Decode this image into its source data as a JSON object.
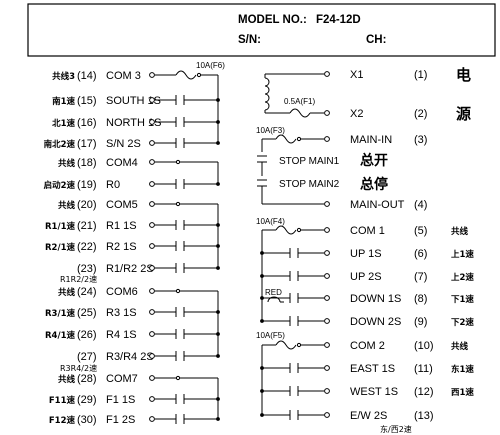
{
  "header": {
    "model_label": "MODEL NO.:",
    "model_value": "F24-12D",
    "sn_label": "S/N:",
    "ch_label": "CH:"
  },
  "fuses": {
    "f6": "10A(F6)",
    "f1": "0.5A(F1)",
    "f3": "10A(F3)",
    "f4": "10A(F4)",
    "f5": "10A(F5)"
  },
  "left_terminals": [
    {
      "cn": "共线3",
      "num": "(14)",
      "label": "COM 3"
    },
    {
      "cn": "南1速",
      "num": "(15)",
      "label": "SOUTH 1S"
    },
    {
      "cn": "北1速",
      "num": "(16)",
      "label": "NORTH 1S"
    },
    {
      "cn": "南北2速",
      "num": "(17)",
      "label": "S/N 2S"
    },
    {
      "cn": "共线",
      "num": "(18)",
      "label": "COM4"
    },
    {
      "cn": "启动2速",
      "num": "(19)",
      "label": "R0"
    },
    {
      "cn": "共线",
      "num": "(20)",
      "label": "COM5"
    },
    {
      "cn": "R1/1速",
      "num": "(21)",
      "label": "R1 1S"
    },
    {
      "cn": "R2/1速",
      "num": "(22)",
      "label": "R2 1S"
    },
    {
      "cn": "",
      "num": "(23)",
      "label": "R1/R2 2S"
    },
    {
      "cn": "共线",
      "num": "(24)",
      "label": "COM6"
    },
    {
      "cn": "R3/1速",
      "num": "(25)",
      "label": "R3 1S"
    },
    {
      "cn": "R4/1速",
      "num": "(26)",
      "label": "R4 1S"
    },
    {
      "cn": "",
      "num": "(27)",
      "label": "R3/R4 2S"
    },
    {
      "cn": "共线",
      "num": "(28)",
      "label": "COM7"
    },
    {
      "cn": "F11速",
      "num": "(29)",
      "label": "F1 1S"
    },
    {
      "cn": "F12速",
      "num": "(30)",
      "label": "F1 2S"
    }
  ],
  "left_sublabels": {
    "r12": "R1R2/2速",
    "r34": "R3R4/2速"
  },
  "right_terminals": [
    {
      "label": "X1",
      "num": "(1)",
      "cn": "电"
    },
    {
      "label": "X2",
      "num": "(2)",
      "cn": "源"
    },
    {
      "label": "MAIN-IN",
      "num": "(3)",
      "cn": ""
    },
    {
      "label": "MAIN-OUT",
      "num": "(4)",
      "cn": ""
    },
    {
      "label": "COM 1",
      "num": "(5)",
      "cn": "共线"
    },
    {
      "label": "UP 1S",
      "num": "(6)",
      "cn": "上1速"
    },
    {
      "label": "UP 2S",
      "num": "(7)",
      "cn": "上2速"
    },
    {
      "label": "DOWN 1S",
      "num": "(8)",
      "cn": "下1速"
    },
    {
      "label": "DOWN 2S",
      "num": "(9)",
      "cn": "下2速"
    },
    {
      "label": "COM 2",
      "num": "(10)",
      "cn": "共线"
    },
    {
      "label": "EAST 1S",
      "num": "(11)",
      "cn": "东1速"
    },
    {
      "label": "WEST 1S",
      "num": "(12)",
      "cn": "西1速"
    },
    {
      "label": "E/W 2S",
      "num": "(13)",
      "cn": ""
    }
  ],
  "right_sublabel": "东/西2速",
  "stop": {
    "main1": "STOP MAIN1",
    "main2": "STOP MAIN2",
    "cn_open": "总开",
    "cn_stop": "总停",
    "red": "RED"
  }
}
